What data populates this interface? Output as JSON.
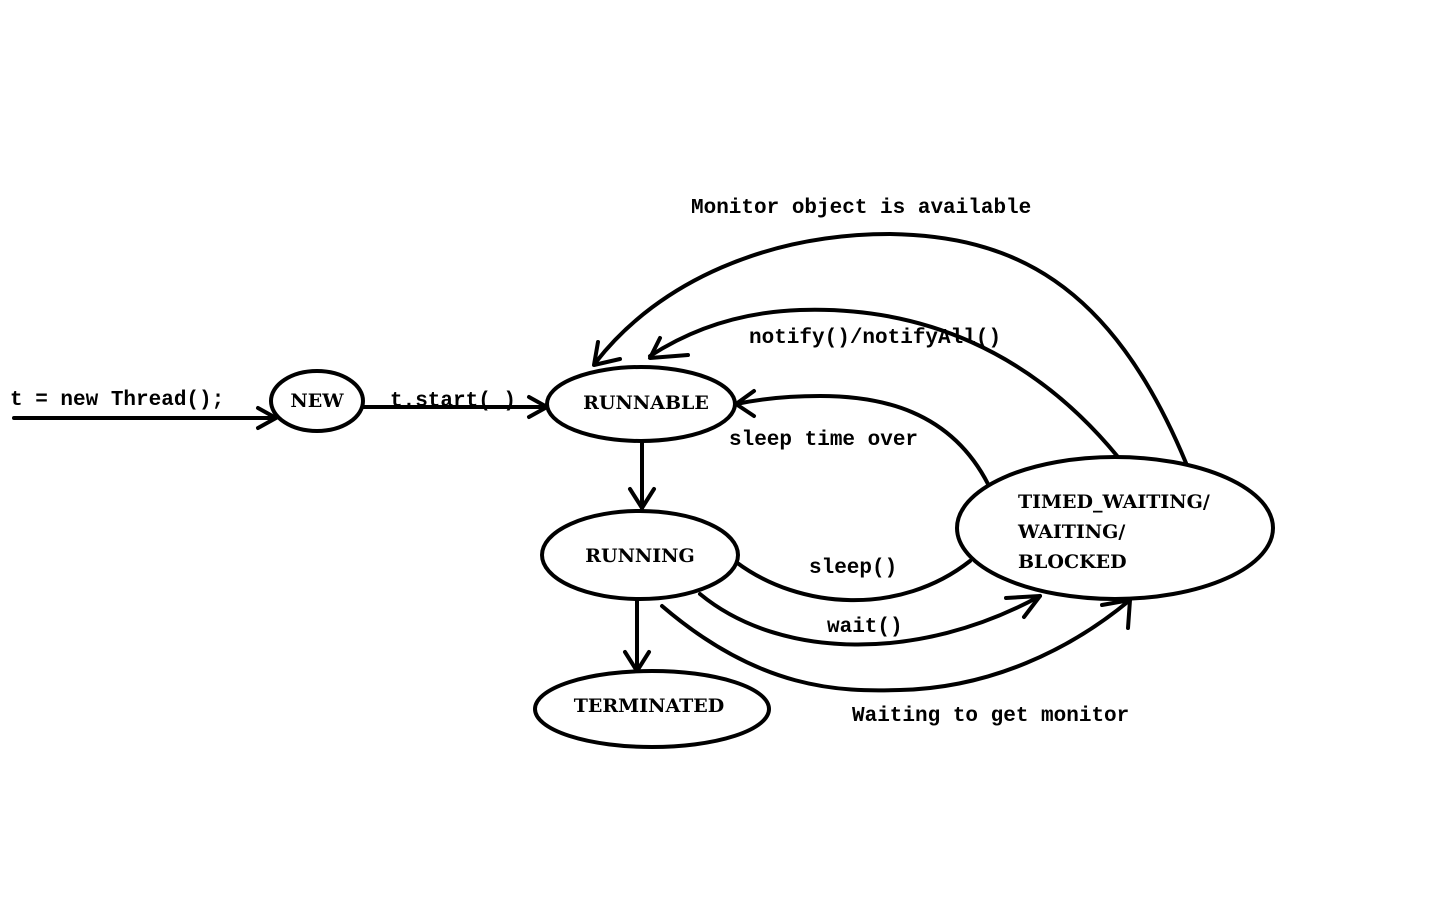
{
  "states": {
    "new": "NEW",
    "runnable": "RUNNABLE",
    "running": "RUNNING",
    "terminated": "TERMINATED",
    "waiting_line1": "TIMED_WAITING/",
    "waiting_line2": "WAITING/",
    "waiting_line3": "BLOCKED"
  },
  "edges": {
    "create": "t = new Thread();",
    "start": "t.start( )",
    "monitor_available": "Monitor object is available",
    "notify": "notify()/notifyAll()",
    "sleep_over": "sleep time over",
    "sleep": "sleep()",
    "wait": "wait()",
    "waiting_monitor": "Waiting to get monitor"
  },
  "colors": {
    "stroke": "#000000",
    "background": "#ffffff"
  }
}
